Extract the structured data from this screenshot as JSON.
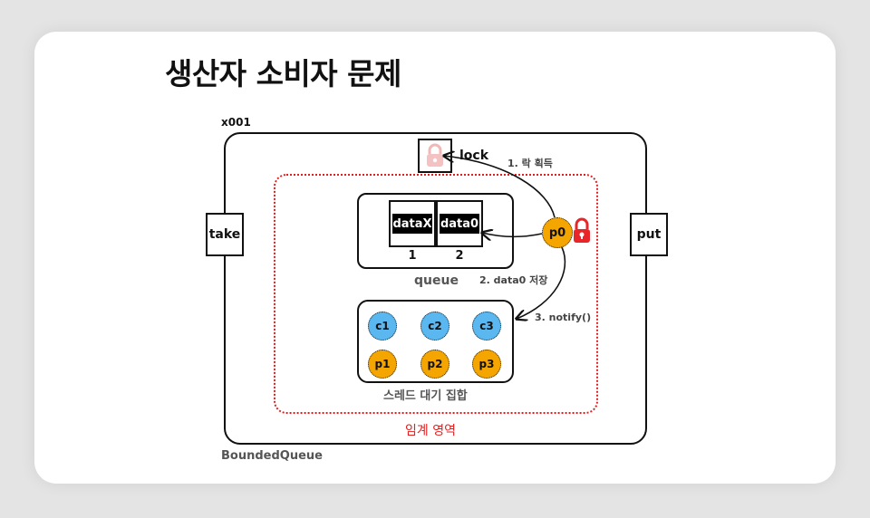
{
  "title": "생산자 소비자 문제",
  "diagram": {
    "address": "x001",
    "outer_label": "BoundedQueue",
    "critical_label": "임계 영역",
    "lock_label": "lock",
    "take_label": "take",
    "put_label": "put",
    "queue": {
      "label": "queue",
      "slots": [
        {
          "value": "dataX",
          "index": "1"
        },
        {
          "value": "data0",
          "index": "2"
        }
      ]
    },
    "producer": "p0",
    "wait_set": {
      "label": "스레드 대기 집합",
      "consumers": [
        "c1",
        "c2",
        "c3"
      ],
      "producers": [
        "p1",
        "p2",
        "p3"
      ]
    },
    "steps": {
      "step1": "1. 락 획득",
      "step2": "2. data0 저장",
      "step3": "3. notify()"
    },
    "colors": {
      "consumer": "#5ab7f0",
      "producer": "#f5a500",
      "critical": "#e02020",
      "lock": "#e8262a"
    }
  }
}
